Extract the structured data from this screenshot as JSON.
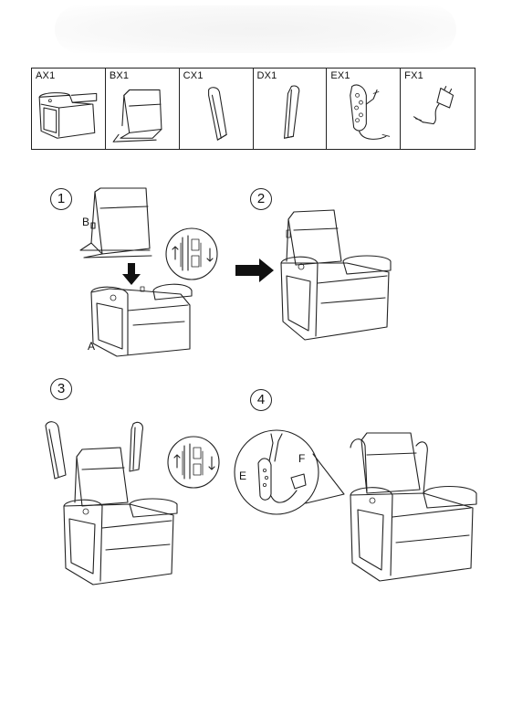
{
  "parts": [
    {
      "label": "AX1",
      "icon": "seat-base-icon"
    },
    {
      "label": "BX1",
      "icon": "backrest-icon"
    },
    {
      "label": "CX1",
      "icon": "armrest-cap-left-icon"
    },
    {
      "label": "DX1",
      "icon": "armrest-cap-right-icon"
    },
    {
      "label": "EX1",
      "icon": "remote-control-icon"
    },
    {
      "label": "FX1",
      "icon": "power-adapter-icon"
    }
  ],
  "steps": [
    {
      "number": "1",
      "labels": {
        "back": "B",
        "base": "A"
      }
    },
    {
      "number": "2"
    },
    {
      "number": "3"
    },
    {
      "number": "4",
      "labels": {
        "remote": "E",
        "adapter": "F"
      }
    }
  ]
}
